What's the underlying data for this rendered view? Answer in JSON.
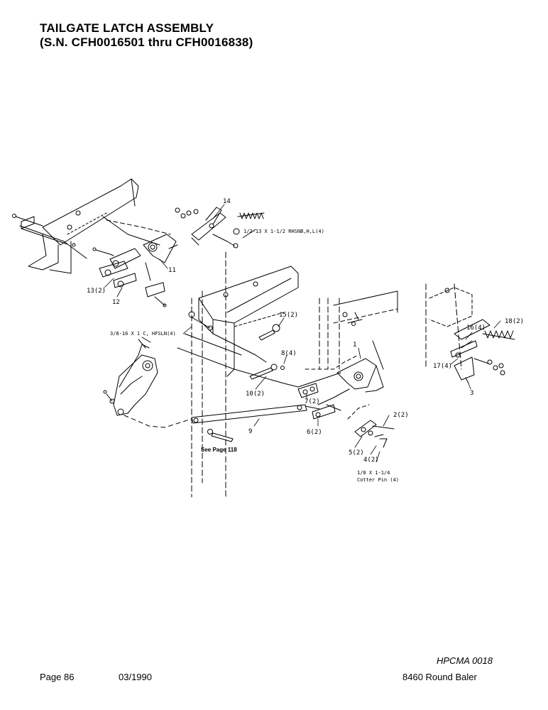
{
  "header": {
    "title": "TAILGATE LATCH ASSEMBLY",
    "subtitle": "(S.N. CFH0016501 thru CFH0016838)"
  },
  "diagram": {
    "callouts": {
      "c1": "1",
      "c2": "2(2)",
      "c3": "3",
      "c4": "4(2)",
      "c5": "5(2)",
      "c6": "6(2)",
      "c7": "7(2)",
      "c8": "8(4)",
      "c9": "9",
      "c10": "10(2)",
      "c11": "11",
      "c12": "12",
      "c13": "13(2)",
      "c14": "14",
      "c15": "15(2)",
      "c16": "16(4)",
      "c17": "17(4)",
      "c18": "18(2)"
    },
    "notes": {
      "bolt_half": "1/2-13 X 1-1/2 RHSNB,H,L(4)",
      "bolt_3_8": "3/8-16 X 1 C, HFSLN(4)",
      "cotter_1": "1/8 X 1-1/4",
      "cotter_2": "Cotter Pin  (4)",
      "see_page": "See Page 118"
    }
  },
  "footer": {
    "page": "Page 86",
    "date": "03/1990",
    "code": "HPCMA 0018",
    "model": "8460 Round Baler"
  }
}
